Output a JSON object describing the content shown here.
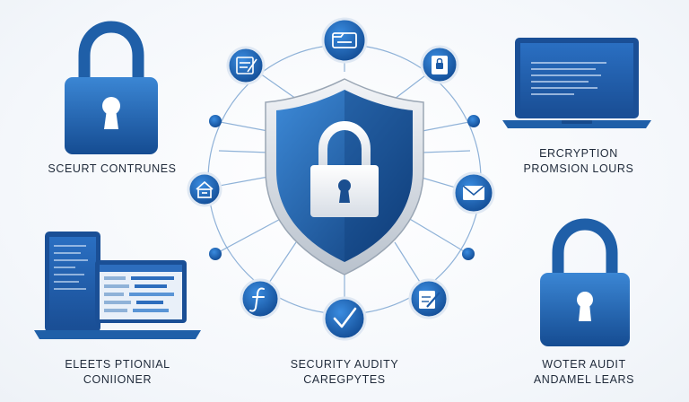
{
  "colors": {
    "primary": "#1f5fa8",
    "dark": "#123f7a",
    "light": "#3b86d4",
    "line": "#8fb2d8",
    "text": "#1f2a3a"
  },
  "captions": {
    "top_left": [
      "SCEURT CONTRUNES"
    ],
    "top_right": [
      "ERCRYPTION",
      "PROMSION LOURS"
    ],
    "bottom_left": [
      "ELEETS PTIONIAL",
      "CONIIONER"
    ],
    "bottom_center": [
      "SECURITY AUDITY",
      "CAREGPYTES"
    ],
    "bottom_right": [
      "WOTER AUDIT",
      "ANDAMEL LEARS"
    ]
  },
  "hub": {
    "center_icon": "shield-padlock-icon",
    "nodes": [
      {
        "id": "node-top",
        "icon": "folder-icon"
      },
      {
        "id": "node-top-left",
        "icon": "document-icon"
      },
      {
        "id": "node-top-right",
        "icon": "file-lock-icon"
      },
      {
        "id": "node-left",
        "icon": "home-icon"
      },
      {
        "id": "node-right",
        "icon": "envelope-icon"
      },
      {
        "id": "node-bottom-left",
        "icon": "function-icon"
      },
      {
        "id": "node-bottom",
        "icon": "checkmark-icon"
      },
      {
        "id": "node-bottom-right",
        "icon": "edit-document-icon"
      },
      {
        "id": "dot-upper-left",
        "icon": "dot"
      },
      {
        "id": "dot-upper-right",
        "icon": "dot"
      },
      {
        "id": "dot-lower-left",
        "icon": "dot"
      },
      {
        "id": "dot-lower-right",
        "icon": "dot"
      }
    ]
  },
  "icons": {
    "top_left": "padlock-icon",
    "top_right": "laptop-code-icon",
    "bottom_left": "laptop-dashboard-icon",
    "bottom_right": "padlock-icon"
  }
}
